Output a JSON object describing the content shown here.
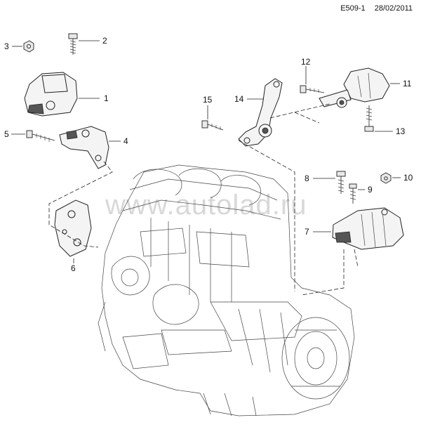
{
  "header": {
    "code": "E509-1",
    "date": "28/02/2011"
  },
  "watermark": "www.autolad.ru",
  "callouts": [
    "1",
    "2",
    "3",
    "4",
    "5",
    "6",
    "7",
    "8",
    "9",
    "10",
    "11",
    "12",
    "13",
    "14",
    "15"
  ]
}
